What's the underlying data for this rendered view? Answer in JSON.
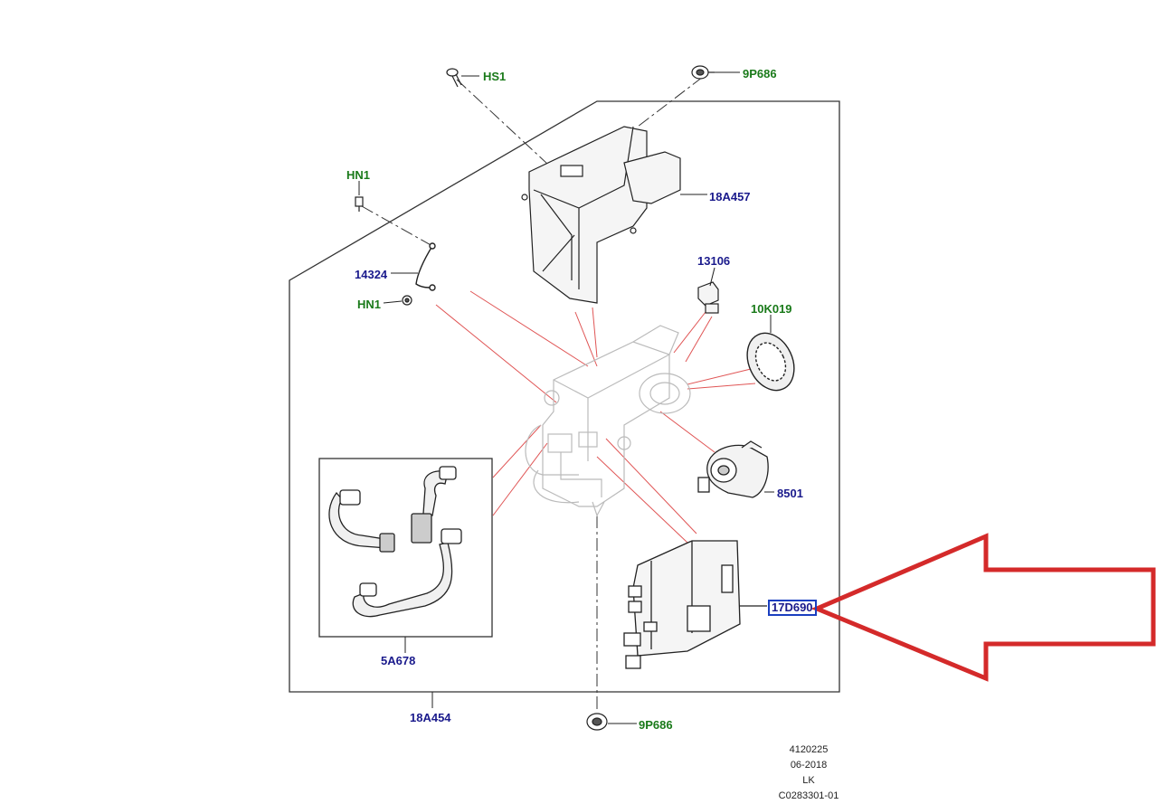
{
  "labels": {
    "hs1": "HS1",
    "p9p686_top": "9P686",
    "p18a457": "18A457",
    "hn1_top": "HN1",
    "p14324": "14324",
    "hn1_bottom": "HN1",
    "p13106": "13106",
    "p10k019": "10K019",
    "p8501": "8501",
    "p17d690": "17D690",
    "p5a678": "5A678",
    "p18a454": "18A454",
    "p9p686_bottom": "9P686"
  },
  "info_block": [
    "4120225",
    "06-2018",
    "LK",
    "C0283301-01"
  ],
  "colors": {
    "part_number_blue": "#1a1a8c",
    "fastener_green": "#1a7a1a",
    "highlight_box": "#1a3fc0",
    "callout_arrow": "#d42a2a",
    "leader_red": "#e05555"
  },
  "highlighted_part": "17D690"
}
